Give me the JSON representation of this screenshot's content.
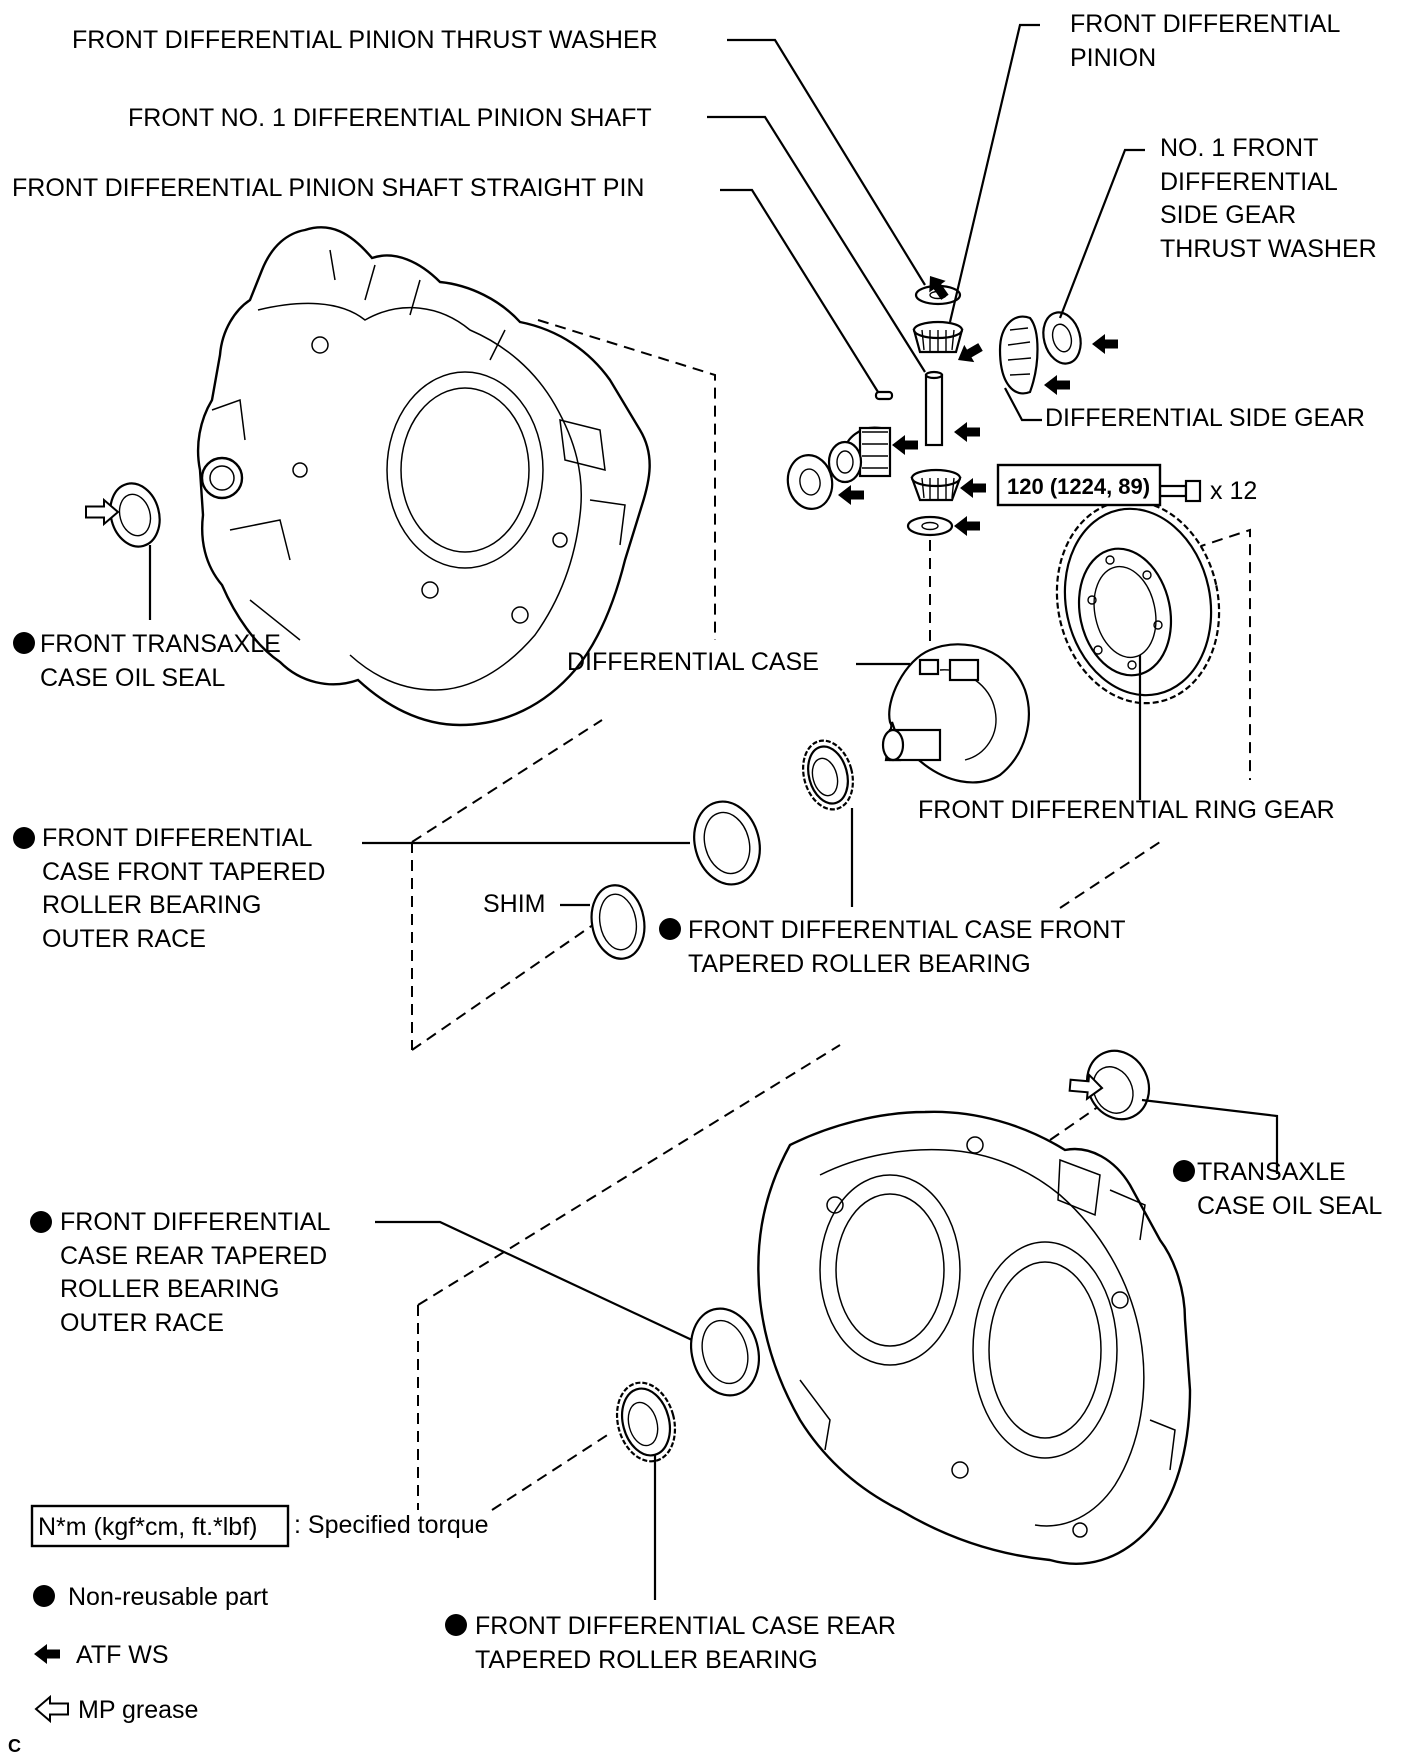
{
  "labels": {
    "pinion_thrust_washer": "FRONT DIFFERENTIAL PINION THRUST WASHER",
    "pinion_shaft": "FRONT NO. 1 DIFFERENTIAL PINION SHAFT",
    "straight_pin": "FRONT DIFFERENTIAL PINION SHAFT STRAIGHT PIN",
    "pinion_line1": "FRONT DIFFERENTIAL",
    "pinion_line2": "PINION",
    "side_gear_washer_line1": "NO. 1 FRONT",
    "side_gear_washer_line2": "DIFFERENTIAL",
    "side_gear_washer_line3": "SIDE GEAR",
    "side_gear_washer_line4": "THRUST WASHER",
    "side_gear": "DIFFERENTIAL SIDE GEAR",
    "torque_value": "120 (1224, 89)",
    "bolt_count": "x 12",
    "front_oil_seal_line1": "FRONT TRANSAXLE",
    "front_oil_seal_line2": "CASE OIL SEAL",
    "differential_case": "DIFFERENTIAL CASE",
    "ring_gear": "FRONT DIFFERENTIAL RING GEAR",
    "front_outer_race_line1": "FRONT DIFFERENTIAL",
    "front_outer_race_line2": "CASE FRONT TAPERED",
    "front_outer_race_line3": "ROLLER BEARING",
    "front_outer_race_line4": "OUTER RACE",
    "shim": "SHIM",
    "front_bearing_line1": "FRONT DIFFERENTIAL CASE FRONT",
    "front_bearing_line2": "TAPERED ROLLER BEARING",
    "case_oil_seal_line1": "TRANSAXLE",
    "case_oil_seal_line2": "CASE OIL SEAL",
    "rear_outer_race_line1": "FRONT DIFFERENTIAL",
    "rear_outer_race_line2": "CASE REAR TAPERED",
    "rear_outer_race_line3": "ROLLER BEARING",
    "rear_outer_race_line4": "OUTER RACE",
    "rear_bearing_line1": "FRONT DIFFERENTIAL CASE REAR",
    "rear_bearing_line2": "TAPERED ROLLER BEARING"
  },
  "legend": {
    "torque_unit": "N*m (kgf*cm, ft.*lbf)",
    "torque_desc": ": Specified torque",
    "non_reusable": "Non-reusable part",
    "atf": "ATF WS",
    "grease": "MP grease"
  },
  "footer_code": "C"
}
